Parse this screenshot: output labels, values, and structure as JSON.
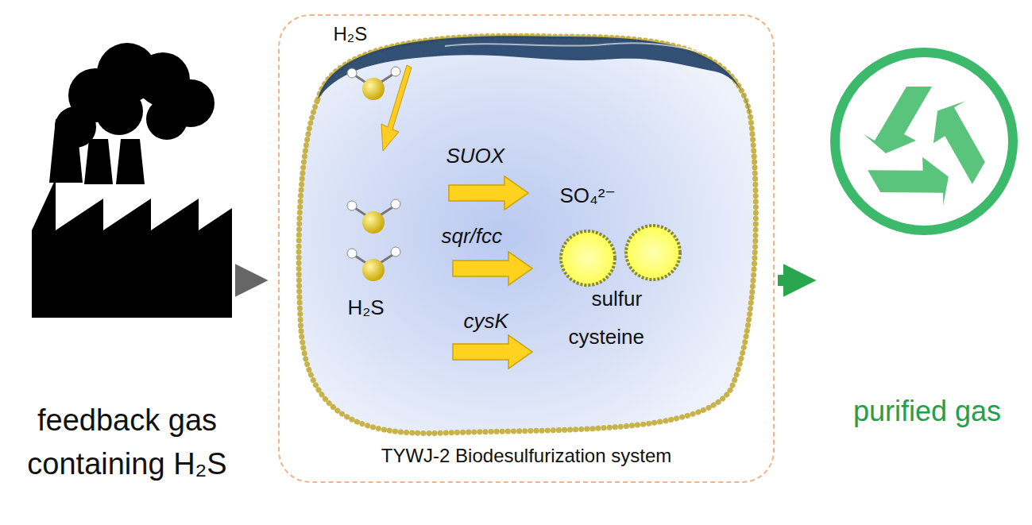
{
  "diagram": {
    "nodes": [
      {
        "text": [
          "feedback gas containing H₂S"
        ]
      },
      {
        "text": [
          "TYWJ-2 Biodesulfurization system"
        ]
      },
      {
        "text": [
          "purified gas"
        ]
      }
    ],
    "edges": [
      {
        "from": 0,
        "to": 1,
        "arrow": "to"
      },
      {
        "from": 1,
        "to": 2,
        "arrow": "to"
      }
    ],
    "labels": [
      "H₂S",
      "SUOX",
      "SO₄²⁻",
      "sqr/fcc",
      "sulfur",
      "cysK",
      "H₂S",
      "cysteine"
    ]
  }
}
